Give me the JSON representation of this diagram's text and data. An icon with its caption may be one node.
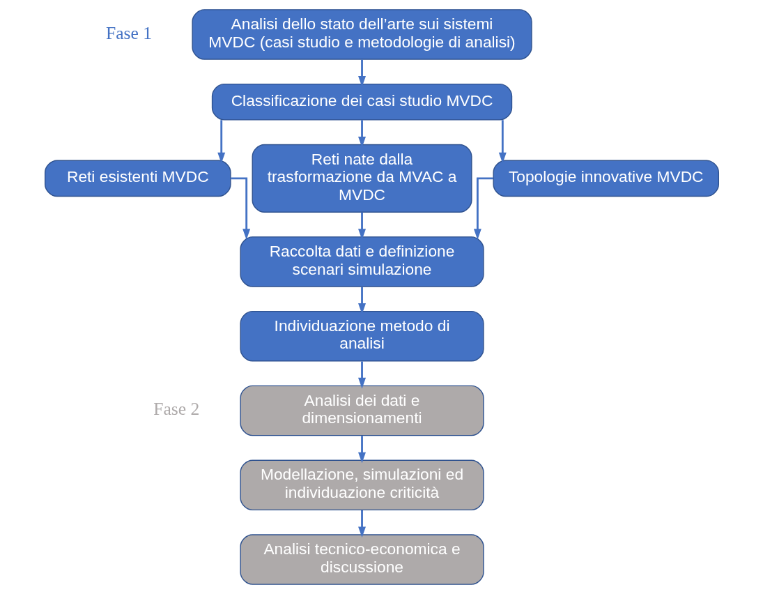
{
  "diagram": {
    "nodes": [
      {
        "text": [
          "Analisi dello stato dell’arte sui sistemi MVDC (casi studio e metodologie di analisi)"
        ]
      },
      {
        "text": [
          "Classificazione dei casi studio MVDC"
        ]
      },
      {
        "text": [
          "Reti esistenti MVDC"
        ]
      },
      {
        "text": [
          "Reti nate dalla trasformazione da MVAC a MVDC"
        ]
      },
      {
        "text": [
          "Topologie innovative MVDC"
        ]
      },
      {
        "text": [
          "Raccolta dati e definizione scenari simulazione"
        ]
      },
      {
        "text": [
          "Individuazione metodo di analisi"
        ]
      },
      {
        "text": [
          "Analisi dei dati e dimensionamenti"
        ]
      },
      {
        "text": [
          "Modellazione, simulazioni ed individuazione criticità"
        ]
      },
      {
        "text": [
          "Analisi tecnico-economica e discussione"
        ]
      }
    ],
    "edges": [
      {
        "from": 0,
        "to": 1,
        "arrow": "to"
      },
      {
        "from": 1,
        "to": 2,
        "arrow": "to"
      },
      {
        "from": 1,
        "to": 3,
        "arrow": "to"
      },
      {
        "from": 1,
        "to": 4,
        "arrow": "to"
      },
      {
        "from": 2,
        "to": 5,
        "arrow": "to"
      },
      {
        "from": 3,
        "to": 5,
        "arrow": "to"
      },
      {
        "from": 4,
        "to": 5,
        "arrow": "to"
      },
      {
        "from": 5,
        "to": 6,
        "arrow": "to"
      },
      {
        "from": 6,
        "to": 7,
        "arrow": "to"
      },
      {
        "from": 7,
        "to": 8,
        "arrow": "to"
      },
      {
        "from": 8,
        "to": 9,
        "arrow": "to"
      }
    ],
    "labels": [
      "Fase 1",
      "Fase 2"
    ]
  }
}
